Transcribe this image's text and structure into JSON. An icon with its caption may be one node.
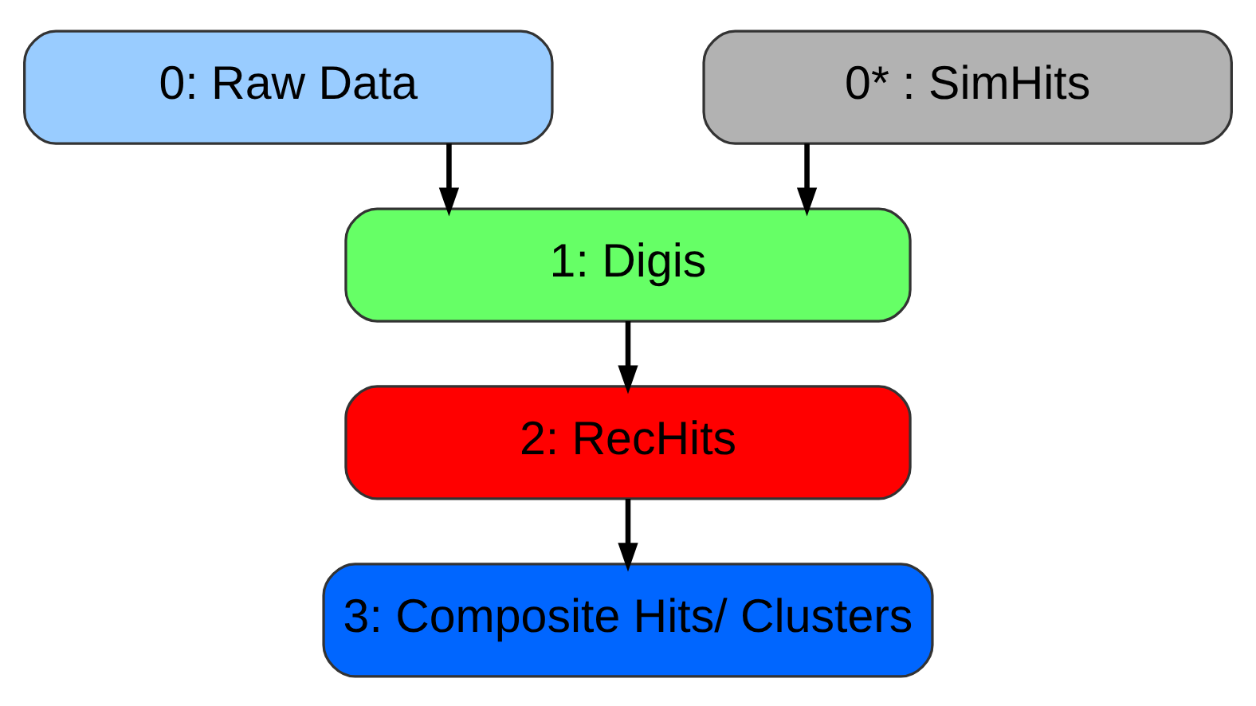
{
  "diagram": {
    "nodes": [
      {
        "text": [
          "0: Raw Data"
        ]
      },
      {
        "text": [
          "0* : SimHits"
        ]
      },
      {
        "text": [
          "1: Digis"
        ]
      },
      {
        "text": [
          "2: RecHits"
        ]
      },
      {
        "text": [
          "3: Composite Hits/ Clusters"
        ]
      }
    ],
    "edges": [
      {
        "from": 0,
        "to": 2,
        "arrow": "to"
      },
      {
        "from": 1,
        "to": 2,
        "arrow": "to"
      },
      {
        "from": 2,
        "to": 3,
        "arrow": "to"
      },
      {
        "from": 3,
        "to": 4,
        "arrow": "to"
      }
    ]
  }
}
